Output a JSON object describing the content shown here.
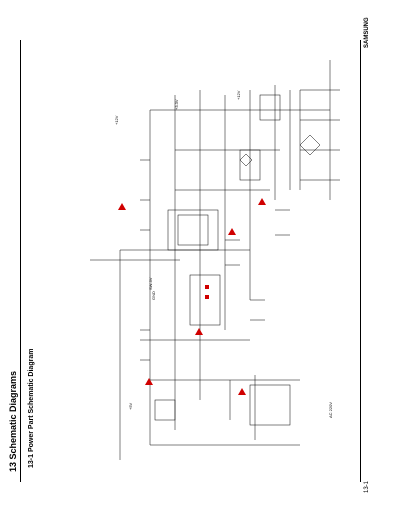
{
  "header": {
    "section_title": "13 Schematic Diagrams",
    "subsection_title": "13-1 Power Part Schematic Diagram"
  },
  "footer": {
    "page_number": "13-1",
    "model": "SAMSUNG"
  },
  "schematic": {
    "net_labels": [
      "+12V",
      "+5V",
      "+3.3V",
      "+12V",
      "GND",
      "AC 220V"
    ],
    "note": "SW-5V"
  },
  "colors": {
    "line": "#000000",
    "warning": "#d00000",
    "background": "#ffffff"
  }
}
